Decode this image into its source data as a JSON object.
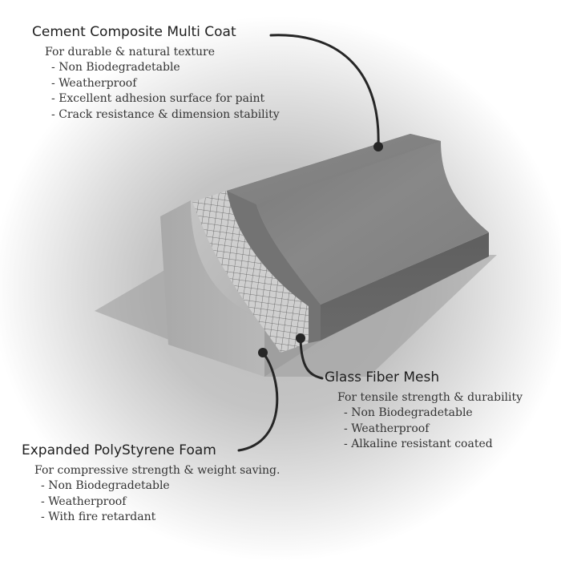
{
  "callouts": {
    "cement": {
      "title": "Cement Composite Multi Coat",
      "description": "For durable & natural texture",
      "items": [
        "Non Biodegradetable",
        "Weatherproof",
        "Excellent adhesion surface for paint",
        "Crack resistance & dimension stability"
      ]
    },
    "mesh": {
      "title": "Glass Fiber Mesh",
      "description": "For tensile strength & durability",
      "items": [
        "Non Biodegradetable",
        "Weatherproof",
        "Alkaline resistant coated"
      ]
    },
    "foam": {
      "title": "Expanded PolyStyrene Foam",
      "description": "For compressive strength & weight saving.",
      "items": [
        "Non Biodegradetable",
        "Weatherproof",
        "With fire retardant"
      ]
    }
  },
  "colors": {
    "leader_line": "#262626",
    "coat_surface": "#7e7e7e",
    "foam_surface": "#b3b3b3",
    "mesh_grid": "#5a5a5a"
  }
}
